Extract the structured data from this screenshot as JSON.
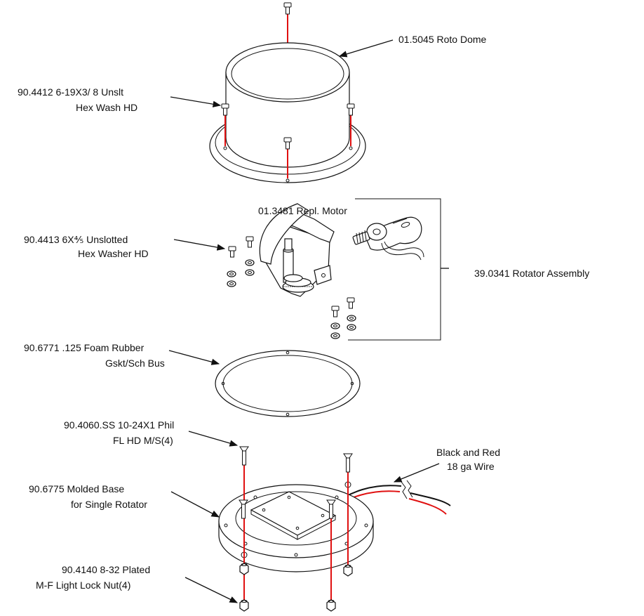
{
  "colors": {
    "line": "#111111",
    "fastener_path": "#e01010",
    "wire_red": "#e01010",
    "wire_black": "#111111",
    "background": "#ffffff"
  },
  "callouts": {
    "roto_dome": "01.5045  Roto Dome",
    "dome_screw_1": "90.4412  6-19X3/ 8  Unslt",
    "dome_screw_2": "Hex Wash HD",
    "motor": "01.3481 Repl. Motor",
    "rotator_assembly": "39.0341 Rotator Assembly",
    "rotator_screw_1": "90.4413   6X⅘  Unslotted",
    "rotator_screw_2": "Hex Washer HD",
    "gasket_1": "90.6771  .125 Foam Rubber",
    "gasket_2": "Gskt/Sch Bus",
    "base_screw_1": "90.4060.SS   10-24X1 Phil",
    "base_screw_2": "FL HD M/S(4)",
    "wire_1": "Black and Red",
    "wire_2": "18 ga Wire",
    "base_1": "90.6775  Molded Base",
    "base_2": "for Single Rotator",
    "nut_1": "90.4140   8-32 Plated",
    "nut_2": "M-F Light Lock Nut(4)"
  }
}
